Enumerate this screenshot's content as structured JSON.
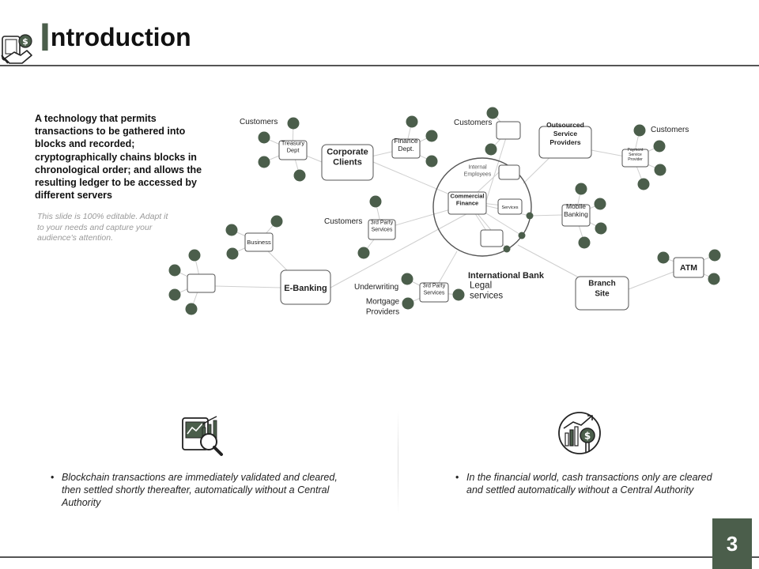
{
  "header": {
    "title_first_letter": "I",
    "title_rest": "ntroduction",
    "logo_icon": "hand-dollar-icon"
  },
  "intro": {
    "text": "A technology that permits transactions to be gathered into blocks and recorded; cryptographically chains blocks in chronological order; and allows the resulting ledger to be accessed by different servers",
    "note": "This slide is 100% editable. Adapt it to your needs and capture your audience's attention."
  },
  "diagram": {
    "labels": {
      "customers_1": "Customers",
      "customers_2": "Customers",
      "customers_3": "Customers",
      "customers_4": "Customers",
      "underwriting": "Underwriting",
      "mortgage_providers": "Mortgage\nProviders",
      "international_bank": "International Bank",
      "legal_services": "Legal\nservices"
    },
    "nodes": {
      "corporate_clients": "Corporate\nClients",
      "treasury_dept": "Treasury\nDept",
      "finance_dept": "Finance\nDept.",
      "outsourced_service_providers": "Outsourced\nService\nProviders",
      "payment_service_provider": "Payment\nService\nProvider",
      "internal_employees": "Internal\nEmployees",
      "commercial_finance": "Commercial\nFinance",
      "services": "Services",
      "mobile_banking": "Mobile\nBanking",
      "third_party_services_1": "3rd Party\nServices",
      "business": "Business",
      "e_banking": "E-Banking",
      "third_party_services_2": "3rd Party\nServices",
      "branch_site": "Branch\nSite",
      "atm": "ATM"
    }
  },
  "bottom": {
    "left_icon": "analytics-magnifier-icon",
    "left_text": "Blockchain transactions are immediately validated and cleared, then settled shortly thereafter, automatically without a Central Authority",
    "right_icon": "financial-growth-dollar-icon",
    "right_text": "In the financial world, cash transactions only are cleared and settled automatically without a Central Authority",
    "bullet_char": "•"
  },
  "footer": {
    "page_number": "3"
  },
  "colors": {
    "accent": "#4b5e4b",
    "rule": "#555555",
    "line": "#cfcfcf"
  }
}
